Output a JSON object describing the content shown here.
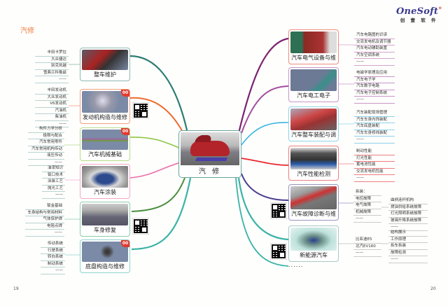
{
  "page": {
    "section_title": "汽修",
    "left_page_number": "19",
    "right_page_number": "20",
    "more_indicator": "......"
  },
  "logo": {
    "brand": "OneSoft",
    "registered_mark": "®",
    "subtitle": "创 壹 软 件"
  },
  "center": {
    "label": "汽 修"
  },
  "colors": {
    "accent_title": "#ee7b3c",
    "logo_blue": "#3b3b8f",
    "badge_red": "#e23a2f"
  },
  "left_branches": [
    {
      "label": "整车维护",
      "badge": null,
      "has_qr": false,
      "color": "#2e7d72",
      "border": "#8fb9b1",
      "items": [
        "丰田卡罗拉",
        "大众捷达",
        "别克凯越",
        "雪弗兰科鲁兹",
        "——"
      ]
    },
    {
      "label": "发动机构造与维修",
      "badge": "00",
      "has_qr": true,
      "color": "#ee6a2c",
      "border": "#f2a27b",
      "items": [
        "丰田发动机",
        "大众发动机",
        "V6发动机",
        "汽油机",
        "柴油机",
        "——"
      ]
    },
    {
      "label": "汽车机械基础",
      "badge": "00",
      "has_qr": false,
      "color": "#8dc63f",
      "border": "#b6d98a",
      "items": [
        "构件力学分析",
        "极限与配合",
        "汽车常用零件",
        "汽车常用机构传动",
        "液压传动",
        "——"
      ]
    },
    {
      "label": "汽车涂装",
      "badge": null,
      "has_qr": false,
      "color": "#ec6fa5",
      "border": "#f3a8c8",
      "items": [
        "油漆知识",
        "钣口技术",
        "涂装工艺",
        "抛光工艺",
        "——"
      ]
    },
    {
      "label": "车身修复",
      "badge": null,
      "has_qr": true,
      "color": "#4caf7d",
      "border": "#8ccfaa",
      "items": [
        "钣金基础",
        "车身结构与常用材料",
        "气体保护焊",
        "电阻点焊",
        "——"
      ]
    },
    {
      "label": "底盘构造与维修",
      "badge": "00",
      "has_qr": false,
      "color": "#3bb3a6",
      "border": "#8fd3cb",
      "items": [
        "传动系统",
        "行驶系统",
        "转向系统",
        "制动系统",
        "——"
      ]
    }
  ],
  "right_branches": [
    {
      "label": "汽车电气设备与维修",
      "has_qr": false,
      "color": "#7b2270",
      "border": "#f08b7a",
      "items": [
        "汽车电路图的识读",
        "交流发电机及调节器",
        "汽车电动辅助装置",
        "汽车空调系统",
        "——"
      ]
    },
    {
      "label": "汽车电工电子",
      "has_qr": false,
      "color": "#a24c9e",
      "border": "#c996c6",
      "items": [
        "电磁学原理及应用",
        "汽车电子学",
        "汽车数字电路",
        "汽车电子控制系统",
        "——"
      ]
    },
    {
      "label": "汽车整车装配与调试",
      "has_qr": false,
      "color": "#3ab6e0",
      "border": "#8fd2ea",
      "items": [
        "汽车装配现场管理",
        "汽车车身内饰装配",
        "汽车底盘装配",
        "汽车车身修线装配",
        "——"
      ]
    },
    {
      "label": "汽车性能检测",
      "has_qr": false,
      "color": "#e8262d",
      "border": "#f07d7f",
      "items": [
        "制动性能",
        "灯光性能",
        "蓄电池性能",
        "交流发电机性能",
        "——"
      ]
    },
    {
      "label": "汽车故障诊断与维修",
      "has_qr": true,
      "color": "#4a3f8f",
      "border": "#9a95c2",
      "items": [
        "拆装：",
        "电控故障",
        "电气故障",
        "机械故障",
        "——"
      ],
      "sub_items": [
        "曲柄连杆机构",
        "燃油供给系统故障",
        "灯光照明系统故障",
        "玻璃升降系统故障",
        "——"
      ]
    },
    {
      "label": "新能源汽车",
      "has_qr": true,
      "color": "#3bb3a6",
      "border": "#a9c8c3",
      "items": [
        "比亚迪E5",
        "北汽EV160",
        "——"
      ],
      "sub_items": [
        "结构展示",
        "工作原理",
        "拆车拆装",
        "故障检测",
        "——"
      ]
    }
  ]
}
